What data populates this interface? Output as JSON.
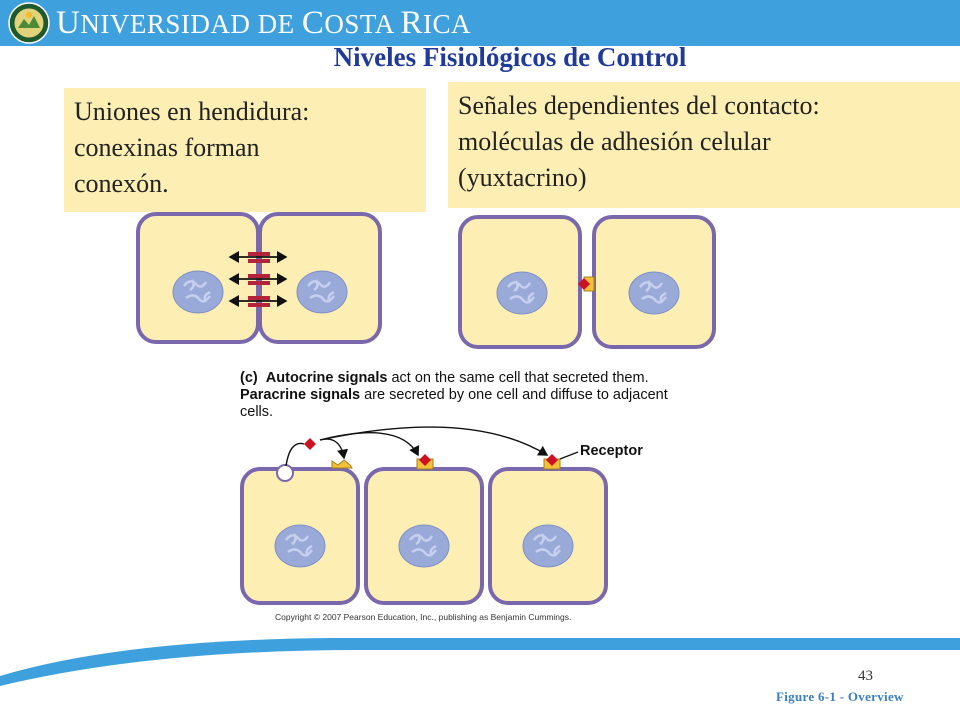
{
  "header": {
    "university_name_prefix": "U",
    "university_name_rest": "NIVERSIDAD DE ",
    "university_name_c": "C",
    "university_name_osta": "OSTA ",
    "university_name_r": "R",
    "university_name_ica": "ICA"
  },
  "slide": {
    "title": "Niveles Fisiológicos de Control",
    "left_box": "Uniones en hendidura:\nconexinas forman\nconexón.",
    "right_box": "Señales dependientes del contacto:\nmoléculas de adhesión celular\n(yuxtacrino)"
  },
  "figure": {
    "panel_letter": "(c)",
    "caption_b1": "Autocrine signals",
    "caption_t1": " act on the same cell that secreted them. ",
    "caption_b2": "Paracrine signals",
    "caption_t2": " are secreted by one cell and diffuse to adjacent cells.",
    "receptor_label": "Receptor",
    "copyright": "Copyright © 2007 Pearson Education, Inc., publishing as Benjamin Cummings."
  },
  "footer": {
    "page_number": "43",
    "figure_ref": "Figure 6-1 - Overview"
  },
  "colors": {
    "header_blue": "#3ea1de",
    "title_blue": "#1f3a9a",
    "box_fill": "#fdefb4",
    "cell_fill": "#fdefb4",
    "cell_border": "#7a68ad",
    "nucleus": "#9aaad8",
    "signal_red": "#cc1122",
    "receptor_yellow": "#f2c03a"
  }
}
